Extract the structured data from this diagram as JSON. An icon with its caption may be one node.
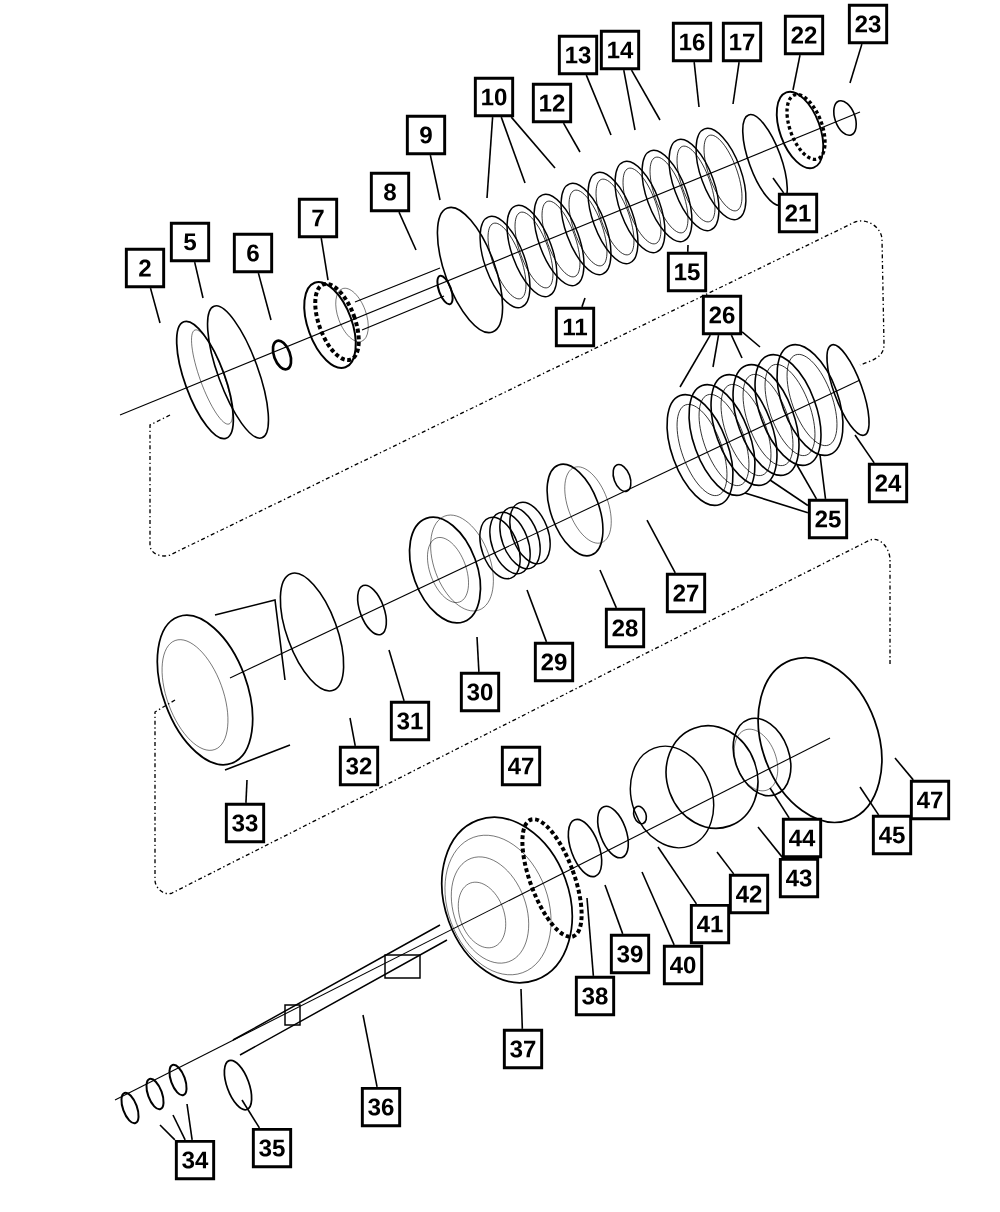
{
  "diagram": {
    "nodes": [
      {
        "text": [
          "2"
        ]
      },
      {
        "text": [
          "5"
        ]
      },
      {
        "text": [
          "6"
        ]
      },
      {
        "text": [
          "7"
        ]
      },
      {
        "text": [
          "8"
        ]
      },
      {
        "text": [
          "9"
        ]
      },
      {
        "text": [
          "10"
        ]
      },
      {
        "text": [
          "11"
        ]
      },
      {
        "text": [
          "12"
        ]
      },
      {
        "text": [
          "13"
        ]
      },
      {
        "text": [
          "14"
        ]
      },
      {
        "text": [
          "15"
        ]
      },
      {
        "text": [
          "16"
        ]
      },
      {
        "text": [
          "17"
        ]
      },
      {
        "text": [
          "21"
        ]
      },
      {
        "text": [
          "22"
        ]
      },
      {
        "text": [
          "23"
        ]
      },
      {
        "text": [
          "24"
        ]
      },
      {
        "text": [
          "25"
        ]
      },
      {
        "text": [
          "26"
        ]
      },
      {
        "text": [
          "27"
        ]
      },
      {
        "text": [
          "28"
        ]
      },
      {
        "text": [
          "29"
        ]
      },
      {
        "text": [
          "30"
        ]
      },
      {
        "text": [
          "31"
        ]
      },
      {
        "text": [
          "32"
        ]
      },
      {
        "text": [
          "33"
        ]
      },
      {
        "text": [
          "34"
        ]
      },
      {
        "text": [
          "35"
        ]
      },
      {
        "text": [
          "36"
        ]
      },
      {
        "text": [
          "37"
        ]
      },
      {
        "text": [
          "38"
        ]
      },
      {
        "text": [
          "39"
        ]
      },
      {
        "text": [
          "40"
        ]
      },
      {
        "text": [
          "41"
        ]
      },
      {
        "text": [
          "42"
        ]
      },
      {
        "text": [
          "43"
        ]
      },
      {
        "text": [
          "44"
        ]
      },
      {
        "text": [
          "45"
        ]
      },
      {
        "text": [
          "47"
        ]
      },
      {
        "text": [
          "47"
        ]
      }
    ],
    "edges": [
      {
        "from": 0,
        "to": null,
        "arrow": "none"
      },
      {
        "from": 1,
        "to": null,
        "arrow": "none"
      },
      {
        "from": 2,
        "to": null,
        "arrow": "none"
      },
      {
        "from": 3,
        "to": null,
        "arrow": "none"
      },
      {
        "from": 4,
        "to": null,
        "arrow": "none"
      },
      {
        "from": 5,
        "to": null,
        "arrow": "none"
      },
      {
        "from": 6,
        "to": null,
        "arrow": "none"
      },
      {
        "from": 6,
        "to": null,
        "arrow": "none"
      },
      {
        "from": 6,
        "to": null,
        "arrow": "none"
      },
      {
        "from": 7,
        "to": null,
        "arrow": "none"
      },
      {
        "from": 8,
        "to": null,
        "arrow": "none"
      },
      {
        "from": 9,
        "to": null,
        "arrow": "none"
      },
      {
        "from": 10,
        "to": null,
        "arrow": "none"
      },
      {
        "from": 10,
        "to": null,
        "arrow": "none"
      },
      {
        "from": 11,
        "to": null,
        "arrow": "none"
      },
      {
        "from": 12,
        "to": null,
        "arrow": "none"
      },
      {
        "from": 13,
        "to": null,
        "arrow": "none"
      },
      {
        "from": 14,
        "to": null,
        "arrow": "none"
      },
      {
        "from": 15,
        "to": null,
        "arrow": "none"
      },
      {
        "from": 16,
        "to": null,
        "arrow": "none"
      },
      {
        "from": 17,
        "to": null,
        "arrow": "none"
      },
      {
        "from": 18,
        "to": null,
        "arrow": "none"
      },
      {
        "from": 18,
        "to": null,
        "arrow": "none"
      },
      {
        "from": 18,
        "to": null,
        "arrow": "none"
      },
      {
        "from": 18,
        "to": null,
        "arrow": "none"
      },
      {
        "from": 19,
        "to": null,
        "arrow": "none"
      },
      {
        "from": 19,
        "to": null,
        "arrow": "none"
      },
      {
        "from": 19,
        "to": null,
        "arrow": "none"
      },
      {
        "from": 19,
        "to": null,
        "arrow": "none"
      },
      {
        "from": 20,
        "to": null,
        "arrow": "none"
      },
      {
        "from": 21,
        "to": null,
        "arrow": "none"
      },
      {
        "from": 22,
        "to": null,
        "arrow": "none"
      },
      {
        "from": 23,
        "to": null,
        "arrow": "none"
      },
      {
        "from": 24,
        "to": null,
        "arrow": "none"
      },
      {
        "from": 25,
        "to": null,
        "arrow": "none"
      },
      {
        "from": 26,
        "to": null,
        "arrow": "none"
      },
      {
        "from": 27,
        "to": null,
        "arrow": "none"
      },
      {
        "from": 27,
        "to": null,
        "arrow": "none"
      },
      {
        "from": 27,
        "to": null,
        "arrow": "none"
      },
      {
        "from": 28,
        "to": null,
        "arrow": "none"
      },
      {
        "from": 29,
        "to": null,
        "arrow": "none"
      },
      {
        "from": 30,
        "to": null,
        "arrow": "none"
      },
      {
        "from": 31,
        "to": null,
        "arrow": "none"
      },
      {
        "from": 32,
        "to": null,
        "arrow": "none"
      },
      {
        "from": 33,
        "to": null,
        "arrow": "none"
      },
      {
        "from": 34,
        "to": null,
        "arrow": "none"
      },
      {
        "from": 35,
        "to": null,
        "arrow": "none"
      },
      {
        "from": 36,
        "to": null,
        "arrow": "none"
      },
      {
        "from": 37,
        "to": null,
        "arrow": "none"
      },
      {
        "from": 38,
        "to": null,
        "arrow": "none"
      },
      {
        "from": 40,
        "to": null,
        "arrow": "none"
      }
    ]
  }
}
